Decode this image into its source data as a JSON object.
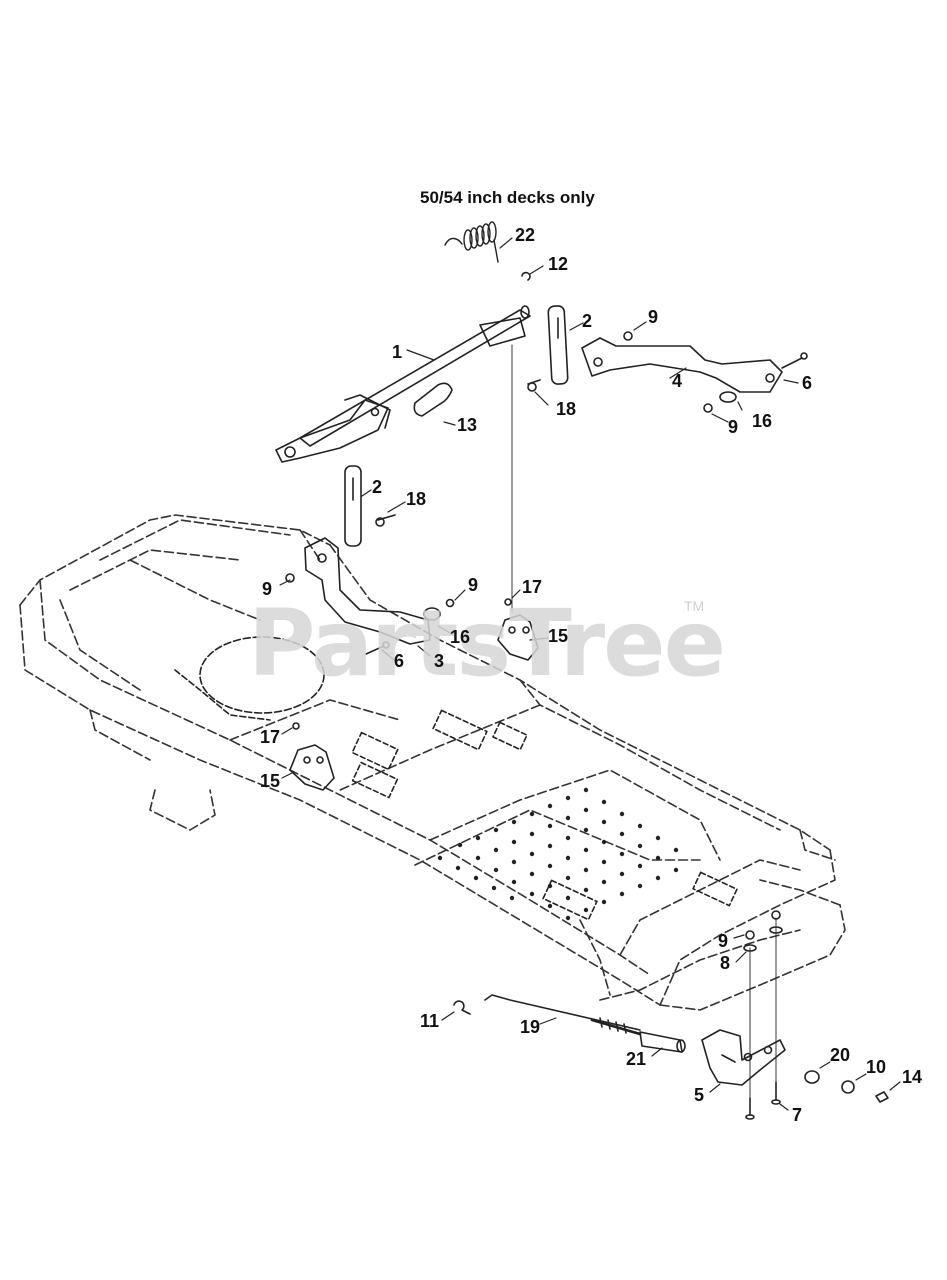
{
  "diagram": {
    "title": "50/54 inch decks only",
    "watermark": "PartsTree",
    "trademark": "TM"
  },
  "callouts": [
    "1",
    "2",
    "2",
    "3",
    "4",
    "5",
    "6",
    "6",
    "7",
    "8",
    "9",
    "9",
    "9",
    "9",
    "9",
    "10",
    "11",
    "12",
    "13",
    "14",
    "15",
    "15",
    "16",
    "16",
    "17",
    "17",
    "18",
    "18",
    "19",
    "20",
    "21",
    "22"
  ]
}
